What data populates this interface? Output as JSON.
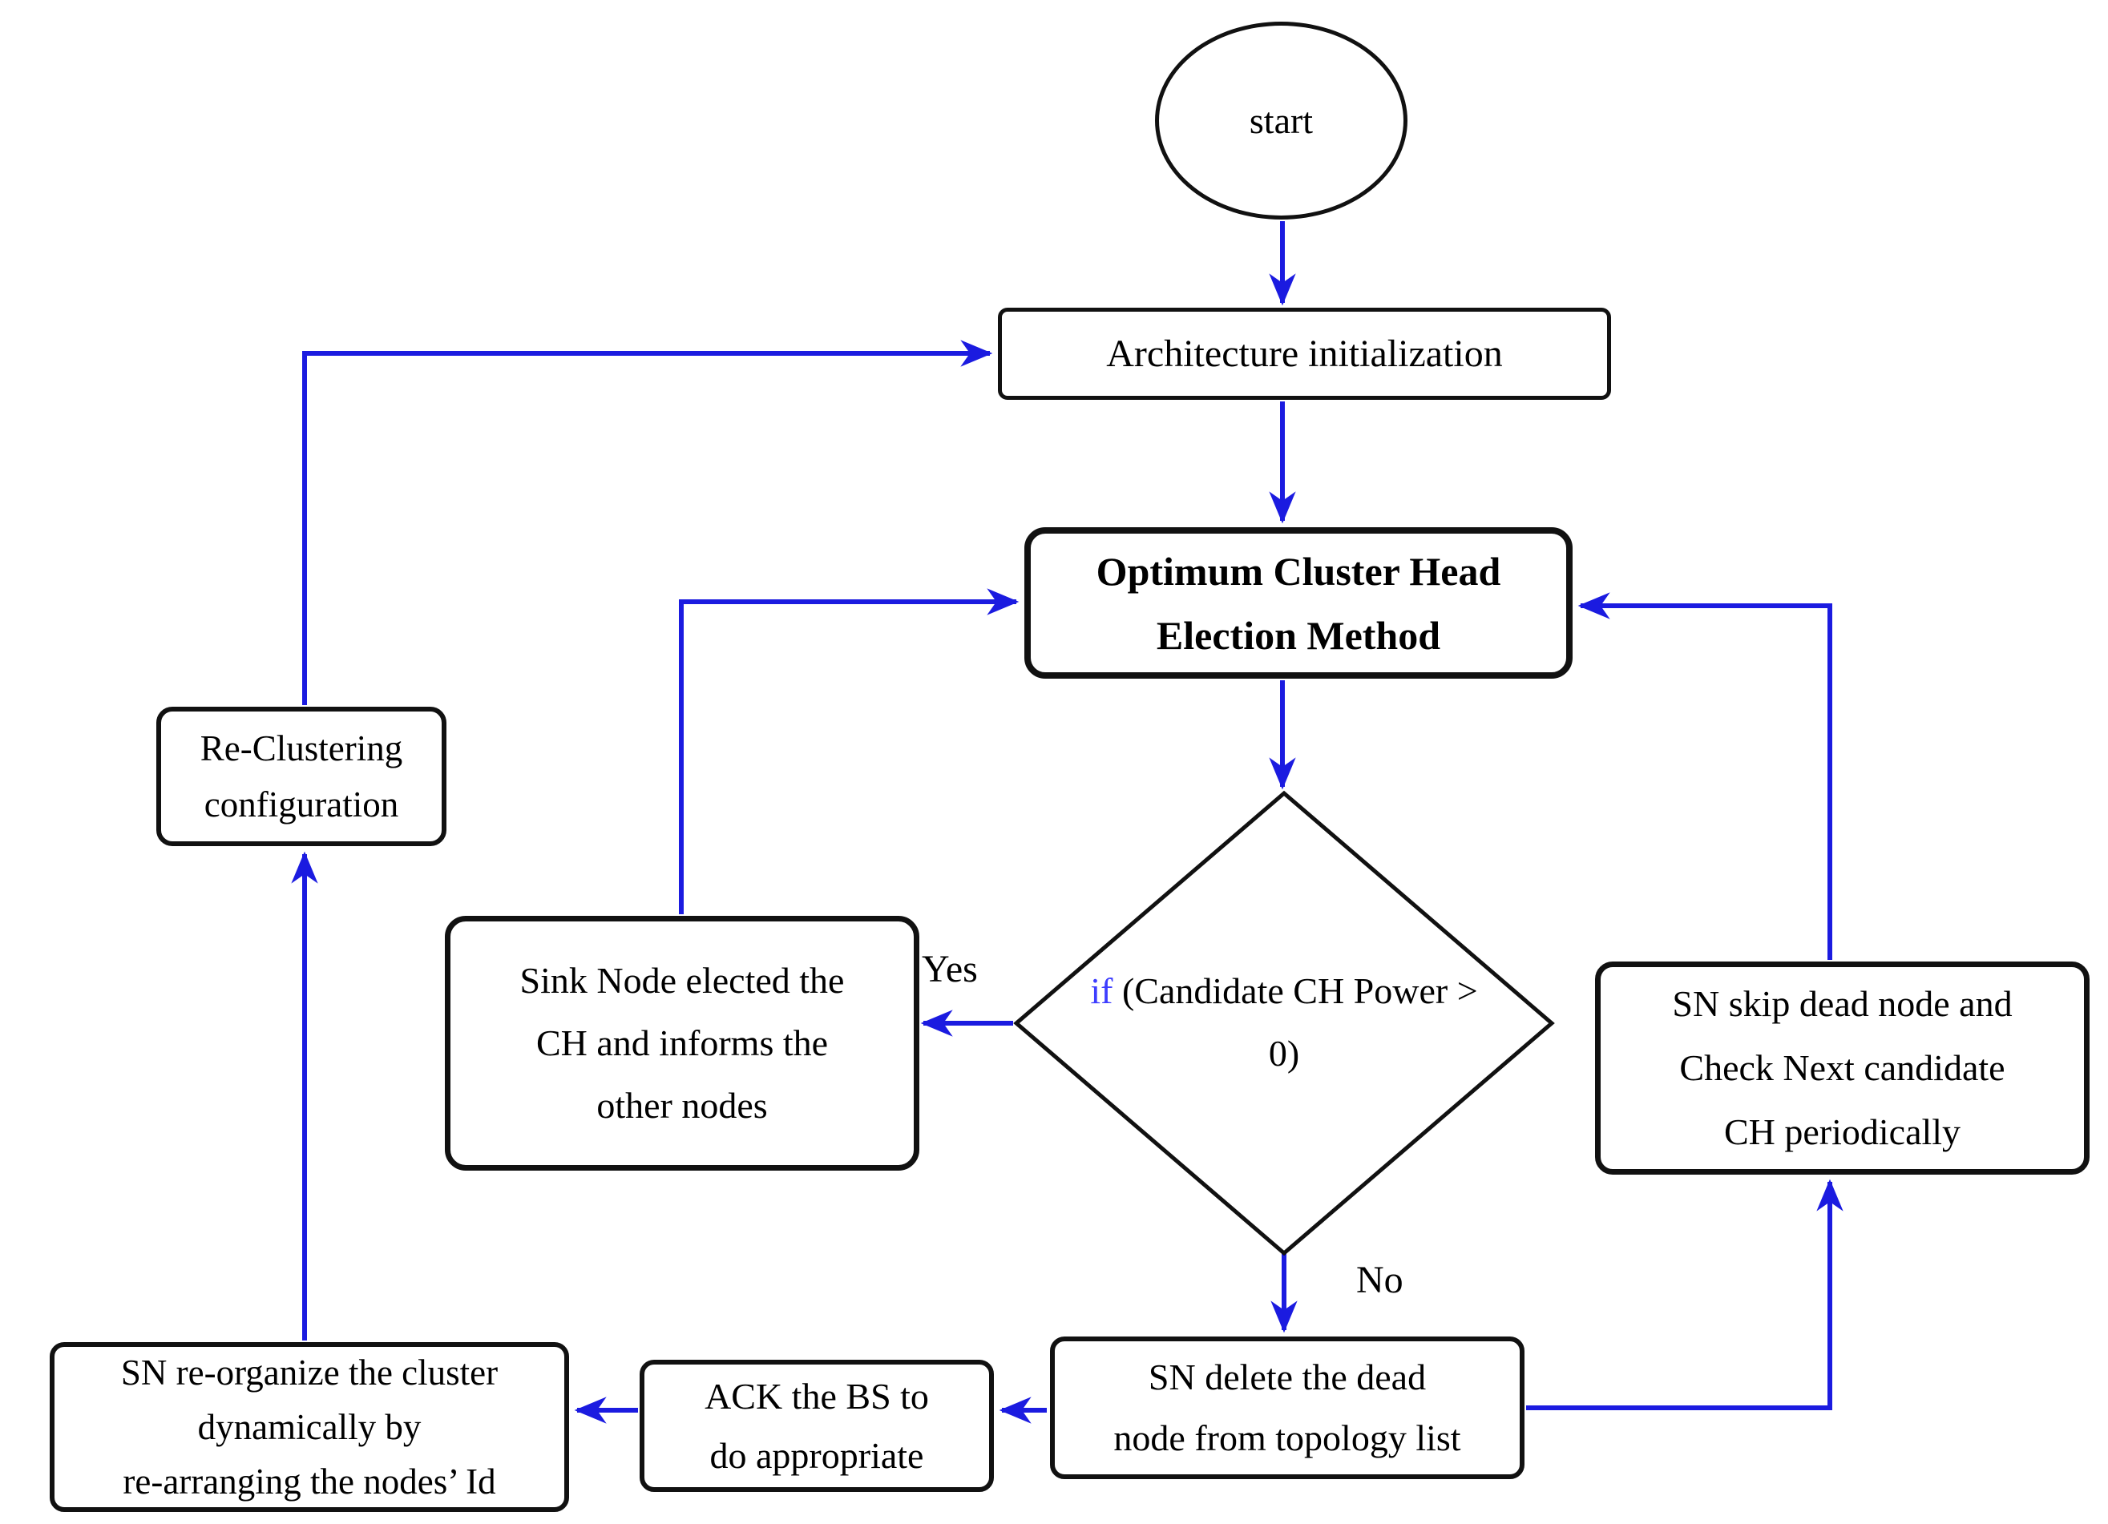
{
  "colors": {
    "arrow": "#1b1be0",
    "if_keyword": "#3d3dff",
    "line": "#111111",
    "text": "#000000",
    "background": "#ffffff"
  },
  "nodes": {
    "start": {
      "label": "start"
    },
    "architecture": {
      "label": "Architecture initialization"
    },
    "optimum": {
      "lines": [
        "Optimum Cluster Head",
        "Election Method"
      ]
    },
    "reclustering": {
      "lines": [
        "Re-Clustering",
        "configuration"
      ]
    },
    "sink": {
      "lines": [
        "Sink Node elected the",
        "CH and informs the",
        "other nodes"
      ]
    },
    "decision": {
      "if_keyword": "if",
      "line1_rest": " (Candidate",
      "line2": "CH Power > 0)"
    },
    "skip": {
      "lines": [
        "SN skip dead node and",
        "Check Next candidate",
        "CH periodically"
      ]
    },
    "delete": {
      "lines": [
        "SN delete the dead",
        "node from topology list"
      ]
    },
    "ack": {
      "lines": [
        "ACK the BS to",
        "do appropriate"
      ]
    },
    "reorganize": {
      "lines": [
        "SN re-organize the cluster",
        "dynamically by",
        "re-arranging the nodes’ Id"
      ]
    }
  },
  "edge_labels": {
    "yes": "Yes",
    "no": "No"
  }
}
